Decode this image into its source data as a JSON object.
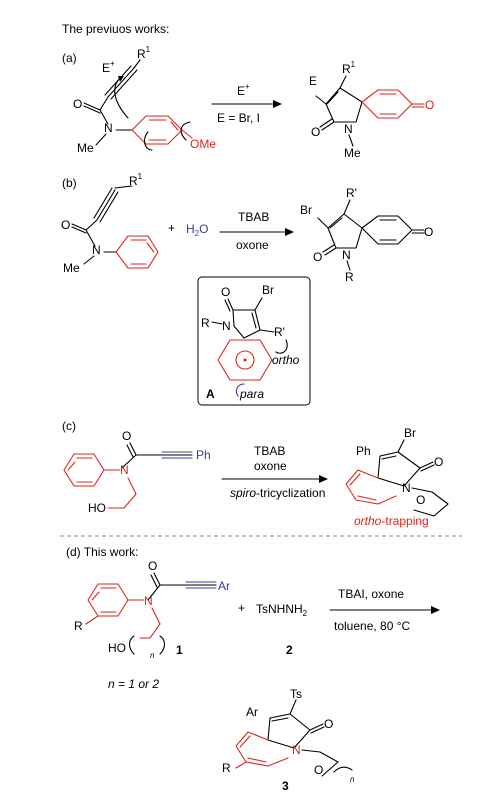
{
  "header": "The previuos works:",
  "panels": {
    "a": {
      "label": "(a)",
      "E_plus": "E",
      "R1": "R",
      "sup_plus": "+",
      "sup1": "1",
      "O": "O",
      "N": "N",
      "Me": "Me",
      "OMe": "OMe",
      "arrow_top": "E",
      "arrow_bottom": "E = Br, I",
      "prod_E": "E",
      "prod_R": "R",
      "prod_O1": "O",
      "prod_N": "N",
      "prod_Me": "Me",
      "prod_O2": "O"
    },
    "b": {
      "label": "(b)",
      "R1": "R",
      "sup1": "1",
      "O": "O",
      "N": "N",
      "Me": "Me",
      "plus": "+",
      "h2o_H": "H",
      "h2o_2": "2",
      "h2o_O": "O",
      "arrow_top": "TBAB",
      "arrow_bottom": "oxone",
      "prod_Br": "Br",
      "prod_R": "R'",
      "prod_O1": "O",
      "prod_N": "N",
      "prod_R2": "R",
      "prod_O2": "O",
      "inter": {
        "O": "O",
        "Br": "Br",
        "R": "R",
        "N": "N",
        "Rp": "R'",
        "ortho": "ortho",
        "para": "para",
        "A": "A"
      }
    },
    "c": {
      "label": "(c)",
      "O": "O",
      "N": "N",
      "Ph": "Ph",
      "HO": "HO",
      "arrow_top": "TBAB",
      "arrow_mid": "oxone",
      "arrow_bottom_italic": "spiro",
      "arrow_bottom_rest": "-tricyclization",
      "prod_Br": "Br",
      "prod_Ph": "Ph",
      "prod_O1": "O",
      "prod_N": "N",
      "prod_O2": "O",
      "caption_italic": "ortho",
      "caption_rest": "-trapping"
    },
    "d": {
      "label": "(d) This work:",
      "O": "O",
      "N": "N",
      "Ar": "Ar",
      "R": "R",
      "HO": "HO",
      "n": "n",
      "cmpd1": "1",
      "plus": "+",
      "tsnhnh_main": "TsNHNH",
      "tsnhnh_sub": "2",
      "cmpd2": "2",
      "n_note": "n = 1 or 2",
      "arrow_top": "TBAI, oxone",
      "arrow_bottom": "toluene, 80 °C",
      "prod_Ts": "Ts",
      "prod_Ar": "Ar",
      "prod_O1": "O",
      "prod_N": "N",
      "prod_O2": "O",
      "prod_R": "R",
      "prod_n": "n",
      "cmpd3": "3"
    }
  },
  "colors": {
    "highlight": "#d9261c",
    "blue": "#2b3fa0"
  }
}
